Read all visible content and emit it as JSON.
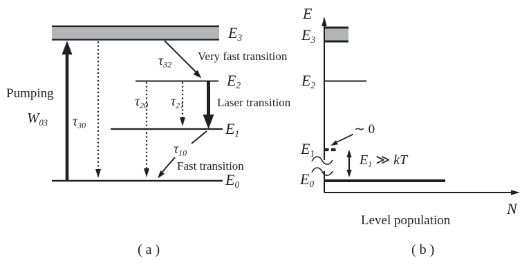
{
  "figure": {
    "colors": {
      "ink": "#221f1f",
      "band_fill": "#b2b4b6",
      "background": "#ffffff"
    },
    "panel_a": {
      "caption": "( a )",
      "pumping_label": "Pumping",
      "pump_rate": {
        "main": "W",
        "sub": "03"
      },
      "lifetimes": {
        "tau30": {
          "main": "τ",
          "sub": "30"
        },
        "tau32": {
          "main": "τ",
          "sub": "32"
        },
        "tau20": {
          "main": "τ",
          "sub": "20"
        },
        "tau21": {
          "main": "τ",
          "sub": "21"
        },
        "tau10": {
          "main": "τ",
          "sub": "10"
        }
      },
      "transition_notes": {
        "very_fast": "Very fast transition",
        "laser": "Laser transition",
        "fast": "Fast transition"
      },
      "levels": {
        "e3": {
          "main": "E",
          "sub": "3"
        },
        "e2": {
          "main": "E",
          "sub": "2"
        },
        "e1": {
          "main": "E",
          "sub": "1"
        },
        "e0": {
          "main": "E",
          "sub": "0"
        }
      }
    },
    "panel_b": {
      "caption": "( b )",
      "y_axis_label": "E",
      "x_axis_label": "N",
      "x_axis_title": "Level population",
      "levels": {
        "e3": {
          "main": "E",
          "sub": "3"
        },
        "e2": {
          "main": "E",
          "sub": "2"
        },
        "e1": {
          "main": "E",
          "sub": "1"
        },
        "e0": {
          "main": "E",
          "sub": "0"
        }
      },
      "annotations": {
        "approx_zero": "∼ 0",
        "gap_lhs": {
          "main": "E",
          "sub": "1"
        },
        "gap_relation": "≫",
        "gap_rhs": "kT"
      }
    }
  }
}
